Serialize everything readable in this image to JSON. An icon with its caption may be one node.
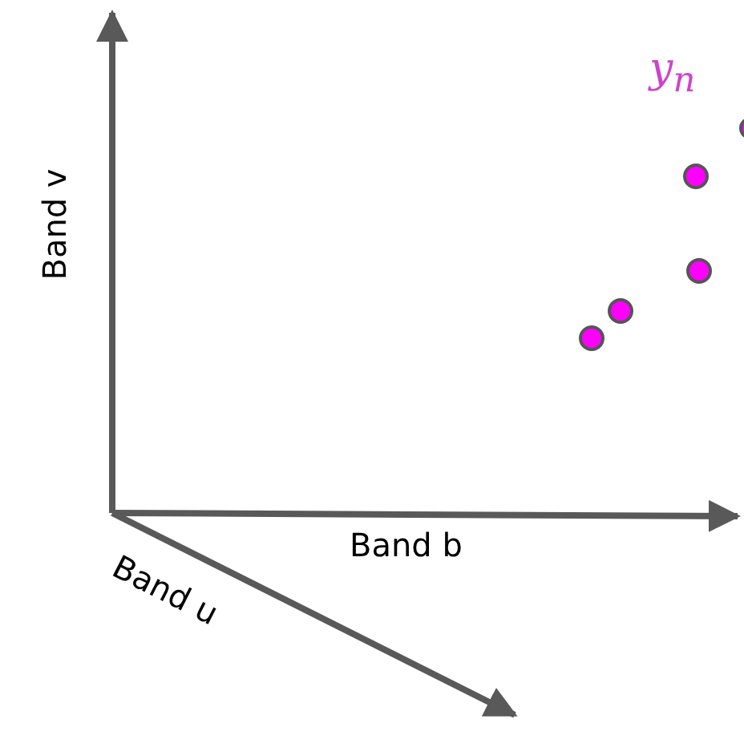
{
  "diagram": {
    "labels": [
      "y$_{n}$",
      "Band v",
      "Band b",
      "Band u"
    ]
  }
}
